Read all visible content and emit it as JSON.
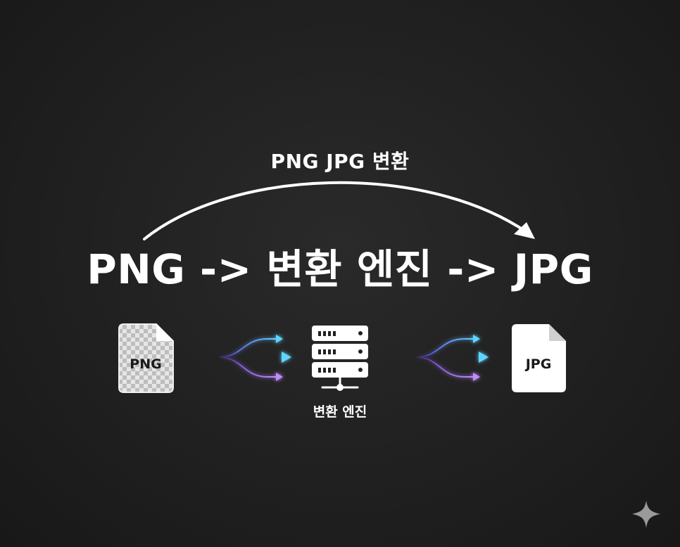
{
  "arc_label": "PNG JPG 변환",
  "headline": "PNG -> 변환 엔진 -> JPG",
  "source_file": {
    "label": "PNG",
    "icon": "png-file-icon"
  },
  "target_file": {
    "label": "JPG",
    "icon": "jpg-file-icon"
  },
  "engine": {
    "caption": "변환 엔진",
    "icon": "server-icon"
  },
  "colors": {
    "background": "#202020",
    "text": "#ffffff",
    "flow_cyan": "#5fd4ff",
    "flow_blue": "#4a7bff",
    "flow_purple": "#b57bff"
  }
}
